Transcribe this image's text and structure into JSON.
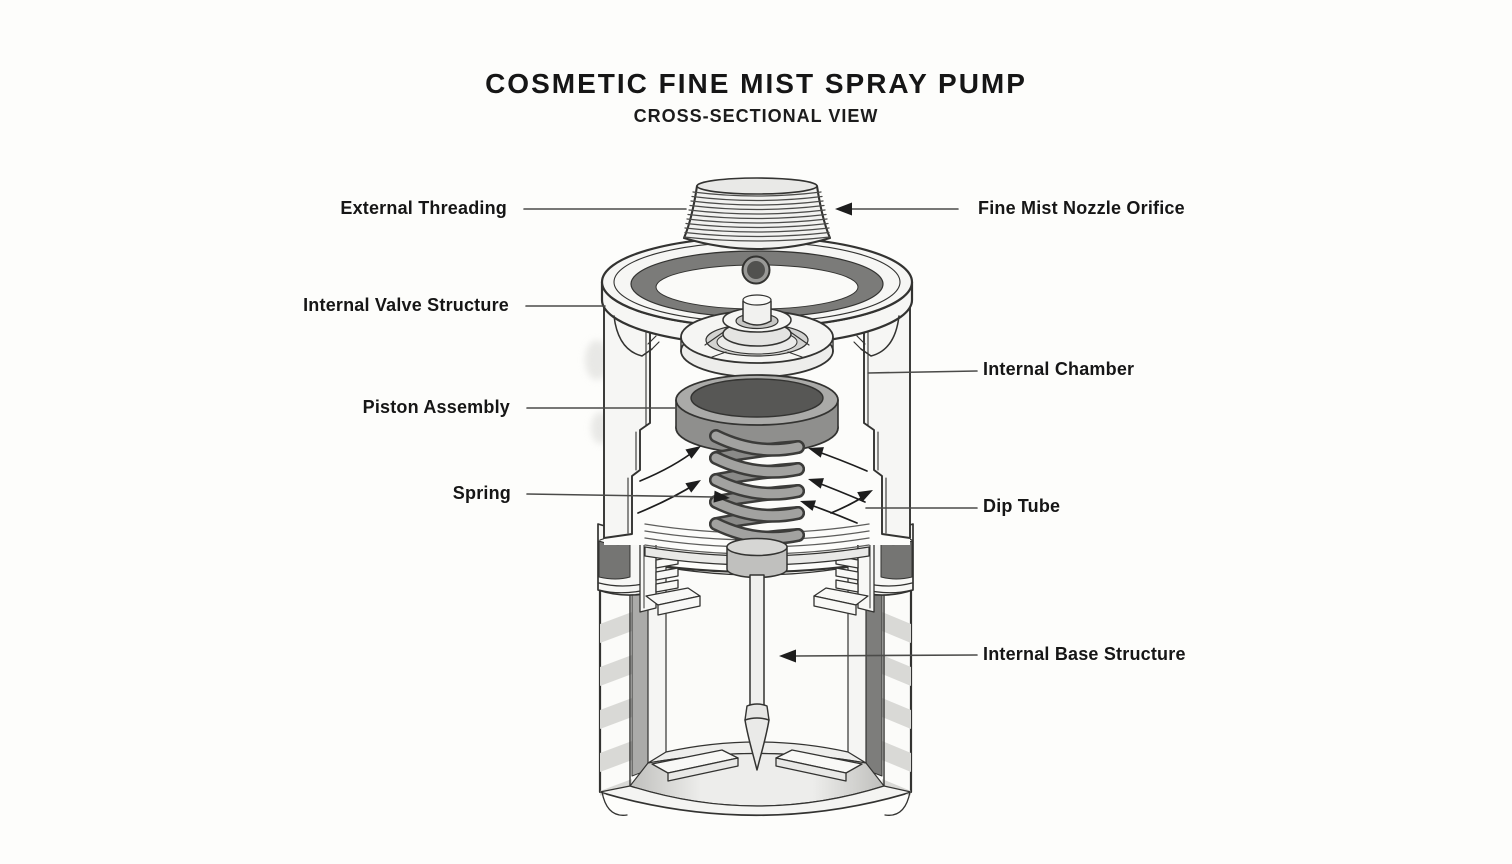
{
  "title": "COSMETIC FINE MIST SPRAY PUMP",
  "subtitle": "CROSS-SECTIONAL VIEW",
  "labels": {
    "external_threading": "External Threading",
    "internal_valve_structure": "Internal Valve Structure",
    "piston_assembly": "Piston Assembly",
    "spring": "Spring",
    "fine_mist_nozzle_orifice": "Fine Mist Nozzle Orifice",
    "internal_chamber": "Internal Chamber",
    "dip_tube": "Dip Tube",
    "internal_base_structure": "Internal Base Structure"
  },
  "colors": {
    "background": "#fdfdfb",
    "line": "#333331",
    "label_text": "#161616",
    "collar_dark_band": "#7b7b79",
    "mid_dark_band": "#757573",
    "piston_opening": "#575755",
    "piston_ring": "#aaaaa8",
    "spring_coil_front": "#a2a2a0",
    "spring_coil_back": "#8a8a88",
    "wall_stripe": "#d9d9d6"
  }
}
